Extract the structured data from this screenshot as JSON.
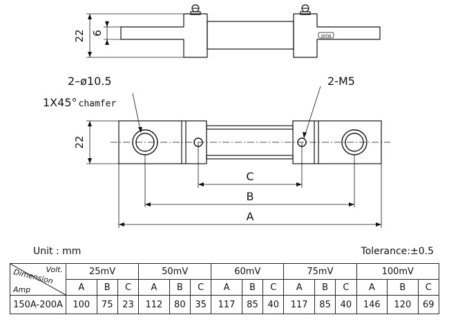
{
  "side_view": {
    "dim_total": "22",
    "dim_bar": "6",
    "stamp": "SHTW"
  },
  "top_view": {
    "hole_label": "2–ø10.5",
    "chamfer_label": "1X45°",
    "chamfer_word": "chamfer",
    "screw_label": "2-M5",
    "dim_height": "22",
    "dim_c": "C",
    "dim_b": "B",
    "dim_a": "A"
  },
  "footer": {
    "unit": "Unit : mm",
    "tolerance": "Tolerance:±0.5"
  },
  "table": {
    "corner": {
      "volt": "Volt.",
      "dimension": "Dimension",
      "amp": "Amp"
    },
    "voltages": [
      "25mV",
      "50mV",
      "60mV",
      "75mV",
      "100mV"
    ],
    "subheaders": [
      "A",
      "B",
      "C"
    ],
    "row": {
      "amp": "150A-200A",
      "values": [
        [
          "100",
          "75",
          "23"
        ],
        [
          "112",
          "80",
          "35"
        ],
        [
          "117",
          "85",
          "40"
        ],
        [
          "117",
          "85",
          "40"
        ],
        [
          "146",
          "120",
          "69"
        ]
      ]
    }
  }
}
